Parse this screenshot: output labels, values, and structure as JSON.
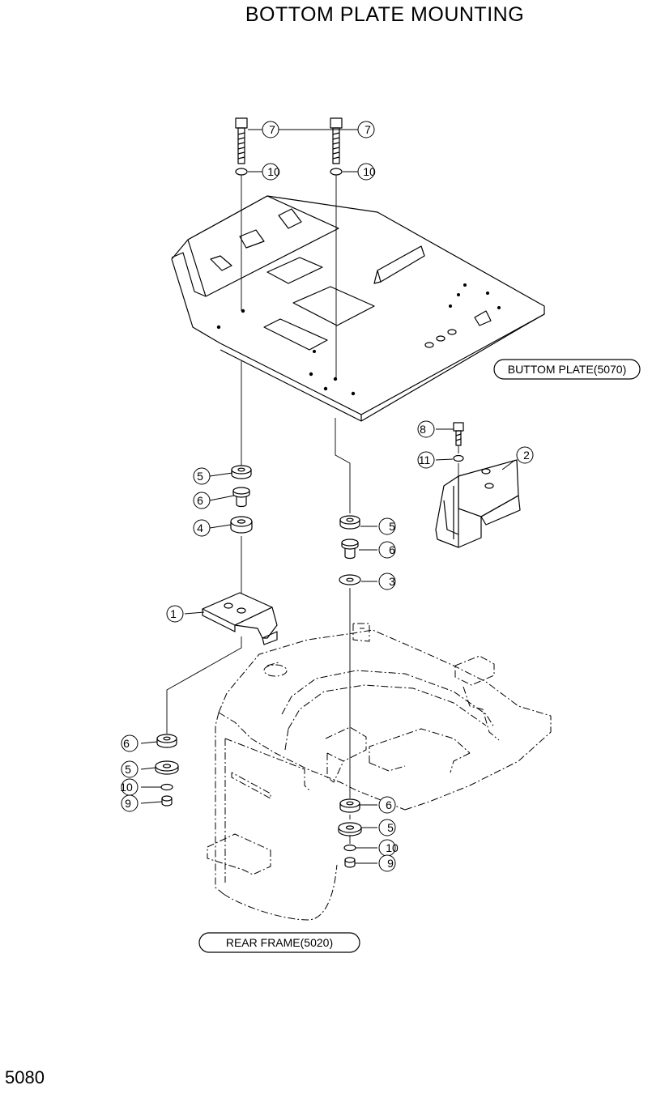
{
  "title": "BOTTOM PLATE MOUNTING",
  "page_number": "5080",
  "callouts": {
    "bottom_plate": "BUTTOM PLATE(5070)",
    "rear_frame": "REAR FRAME(5020)"
  },
  "part_labels": {
    "p1": "1",
    "p2": "2",
    "p3": "3",
    "p4": "4",
    "p5": "5",
    "p6": "6",
    "p7": "7",
    "p8": "8",
    "p9": "9",
    "p10": "10",
    "p11": "11"
  }
}
